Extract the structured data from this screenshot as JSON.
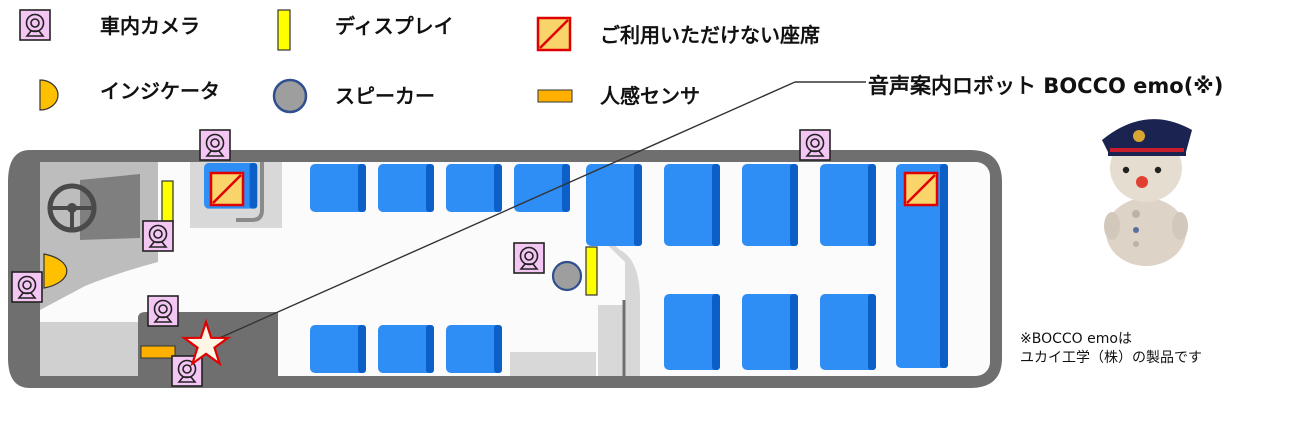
{
  "legend": {
    "camera": "車内カメラ",
    "display": "ディスプレイ",
    "unavailable_seat": "ご利用いただけない座席",
    "indicator": "インジケータ",
    "speaker": "スピーカー",
    "motion_sensor": "人感センサ"
  },
  "robot": {
    "title": "音声案内ロボット BOCCO emo(※)",
    "note_line1": "※BOCCO emoは",
    "note_line2": "ユカイ工学（株）の製品です"
  },
  "colors": {
    "seat": "#1a73e8",
    "bus_outline": "#6f6f6f",
    "camera_bg": "#f3c6f3",
    "display": "#ffff00",
    "unavailable_fill": "#f9d46a",
    "unavailable_border": "#e00000",
    "indicator": "#ffc000",
    "speaker": "#9e9e9e",
    "speaker_border": "#2f4f8f",
    "sensor": "#ffb000"
  }
}
